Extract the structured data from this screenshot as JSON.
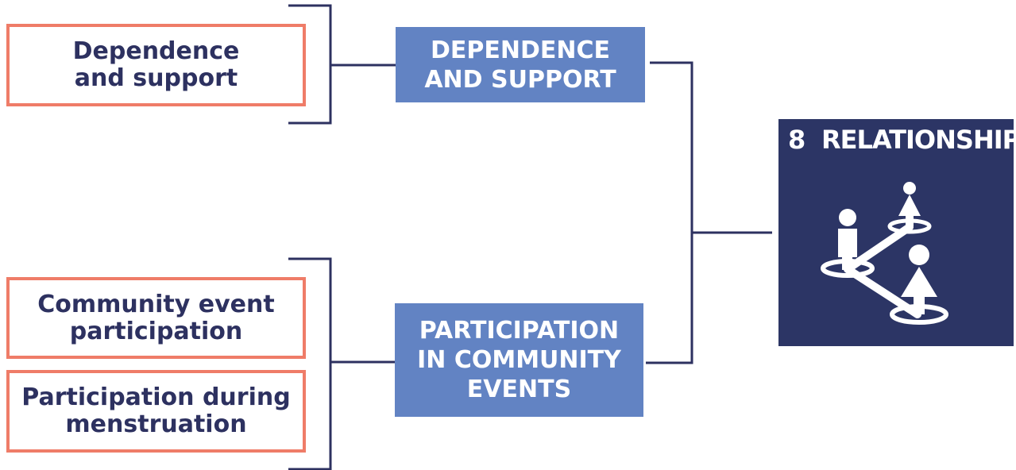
{
  "orange_boxes": {
    "dependence_support": "Dependence\nand support",
    "community_event_participation": "Community event\nparticipation",
    "participation_during_menstruation": "Participation during\nmenstruation"
  },
  "blue_boxes": {
    "dependence_support": "DEPENDENCE\nAND SUPPORT",
    "participation_community_events": "PARTICIPATION\nIN COMMUNITY\nEVENTS"
  },
  "relationships": {
    "number": "8",
    "title": "RELATIONSHIPS",
    "icon": "people-network-icon"
  },
  "colors": {
    "navy": "#2d3160",
    "orange_border": "#ef7c68",
    "blue_fill": "#6283c3",
    "relationships_fill": "#2c3565"
  }
}
